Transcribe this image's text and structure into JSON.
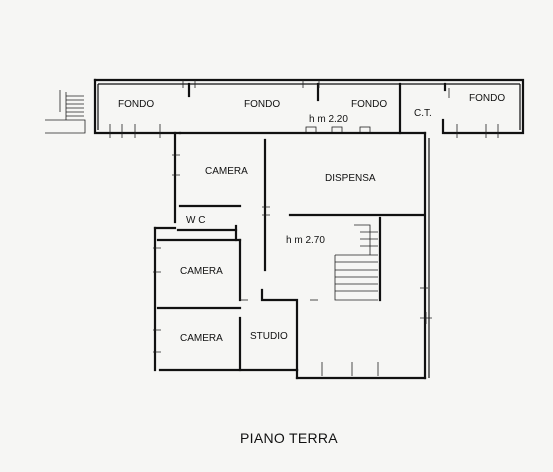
{
  "plan": {
    "title": "PIANO TERRA",
    "rooms": {
      "fondo_1": "FONDO",
      "fondo_2": "FONDO",
      "fondo_3": "FONDO",
      "fondo_4": "FONDO",
      "ct": "C.T.",
      "height_upper": "h m 2.20",
      "dispensa": "DISPENSA",
      "camera_1": "CAMERA",
      "wc": "W C",
      "height_main": "h m 2.70",
      "camera_2": "CAMERA",
      "camera_3": "CAMERA",
      "studio": "STUDIO"
    }
  }
}
